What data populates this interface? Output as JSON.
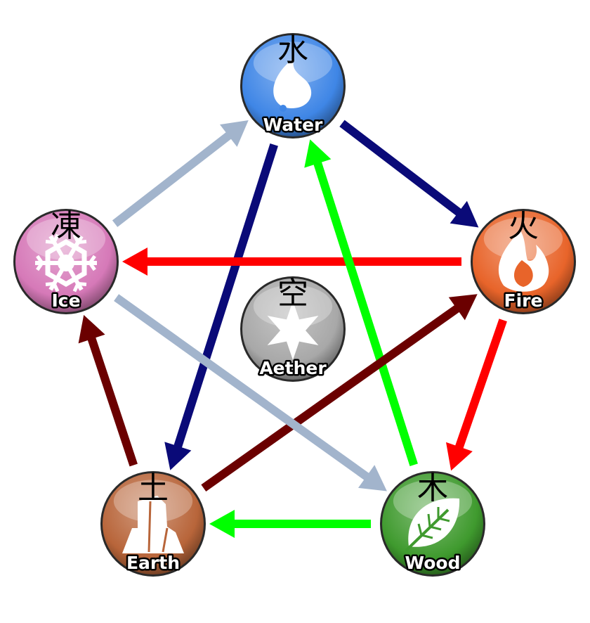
{
  "nodes": [
    {
      "id": "water",
      "label": "Water",
      "kanji": "水",
      "color": "#3f86e6",
      "icon": "water-drop-icon"
    },
    {
      "id": "fire",
      "label": "Fire",
      "kanji": "火",
      "color": "#e8642a",
      "icon": "flame-icon"
    },
    {
      "id": "wood",
      "label": "Wood",
      "kanji": "木",
      "color": "#3f9a2e",
      "icon": "leaf-icon"
    },
    {
      "id": "earth",
      "label": "Earth",
      "kanji": "土",
      "color": "#b8653a",
      "icon": "rock-icon"
    },
    {
      "id": "ice",
      "label": "Ice",
      "kanji": "凍",
      "color": "#d679b8",
      "icon": "snowflake-icon"
    },
    {
      "id": "aether",
      "label": "Aether",
      "kanji": "空",
      "color": "#a8a8a8",
      "icon": "star-icon"
    }
  ],
  "arrows": [
    {
      "from": "water",
      "to": "fire",
      "color": "#0a0a78"
    },
    {
      "from": "water",
      "to": "earth",
      "color": "#0a0a78"
    },
    {
      "from": "fire",
      "to": "wood",
      "color": "#ff0000"
    },
    {
      "from": "fire",
      "to": "ice",
      "color": "#ff0000"
    },
    {
      "from": "wood",
      "to": "water",
      "color": "#00ff00"
    },
    {
      "from": "wood",
      "to": "earth",
      "color": "#00ff00"
    },
    {
      "from": "earth",
      "to": "ice",
      "color": "#6b0000"
    },
    {
      "from": "earth",
      "to": "fire",
      "color": "#6b0000"
    },
    {
      "from": "ice",
      "to": "water",
      "color": "#a2b4cc"
    },
    {
      "from": "ice",
      "to": "wood",
      "color": "#a2b4cc"
    }
  ]
}
